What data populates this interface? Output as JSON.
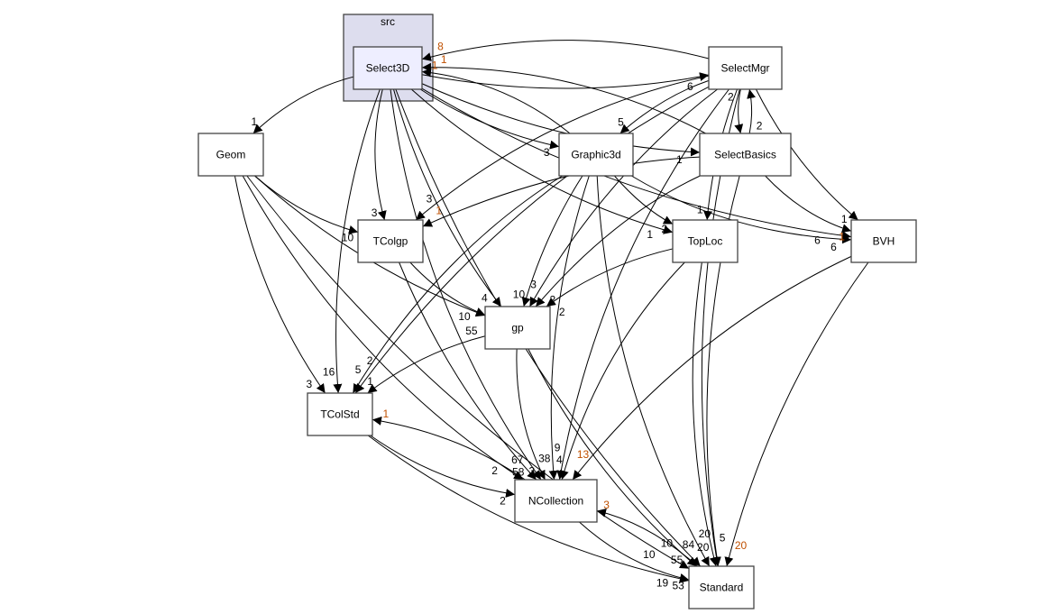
{
  "cluster": {
    "label": "src"
  },
  "nodes": [
    {
      "id": "Select3D",
      "label": "Select3D",
      "focus": true
    },
    {
      "id": "SelectMgr",
      "label": "SelectMgr"
    },
    {
      "id": "Geom",
      "label": "Geom"
    },
    {
      "id": "Graphic3d",
      "label": "Graphic3d"
    },
    {
      "id": "SelectBasics",
      "label": "SelectBasics"
    },
    {
      "id": "TColgp",
      "label": "TColgp"
    },
    {
      "id": "TopLoc",
      "label": "TopLoc"
    },
    {
      "id": "BVH",
      "label": "BVH"
    },
    {
      "id": "gp",
      "label": "gp"
    },
    {
      "id": "TColStd",
      "label": "TColStd"
    },
    {
      "id": "NCollection",
      "label": "NCollection"
    },
    {
      "id": "Standard",
      "label": "Standard"
    }
  ],
  "edges": [
    {
      "from": "Select3D",
      "to": "SelectMgr",
      "label": "6"
    },
    {
      "from": "SelectMgr",
      "to": "Select3D",
      "label": "8",
      "back": true
    },
    {
      "from": "Select3D",
      "to": "Geom",
      "label": "1"
    },
    {
      "from": "Select3D",
      "to": "Graphic3d",
      "label": "3"
    },
    {
      "from": "Graphic3d",
      "to": "Select3D",
      "label": "1",
      "back": true
    },
    {
      "from": "Select3D",
      "to": "SelectBasics",
      "label": "1"
    },
    {
      "from": "SelectBasics",
      "to": "Select3D",
      "label": "1",
      "back": true
    },
    {
      "from": "Select3D",
      "to": "TColgp",
      "label": "3"
    },
    {
      "from": "Select3D",
      "to": "gp",
      "label": "4"
    },
    {
      "from": "Select3D",
      "to": "TopLoc",
      "label": "1"
    },
    {
      "from": "Select3D",
      "to": "BVH",
      "label": "6"
    },
    {
      "from": "Select3D",
      "to": "TColStd",
      "label": "16"
    },
    {
      "from": "Select3D",
      "to": "NCollection",
      "label": "67"
    },
    {
      "from": "Select3D",
      "to": "Standard",
      "label": "10"
    },
    {
      "from": "SelectMgr",
      "to": "SelectBasics",
      "label": "2"
    },
    {
      "from": "SelectBasics",
      "to": "SelectMgr",
      "label": "2"
    },
    {
      "from": "SelectMgr",
      "to": "Graphic3d",
      "label": "5"
    },
    {
      "from": "SelectMgr",
      "to": "TColgp",
      "label": "3"
    },
    {
      "from": "SelectMgr",
      "to": "gp",
      "label": "3"
    },
    {
      "from": "SelectMgr",
      "to": "TColStd",
      "label": "2"
    },
    {
      "from": "SelectMgr",
      "to": "TopLoc",
      "label": "1"
    },
    {
      "from": "SelectMgr",
      "to": "BVH",
      "label": "1"
    },
    {
      "from": "SelectMgr",
      "to": "NCollection",
      "label": "9"
    },
    {
      "from": "SelectMgr",
      "to": "Standard",
      "label": "20"
    },
    {
      "from": "Geom",
      "to": "TColgp",
      "label": "10"
    },
    {
      "from": "Geom",
      "to": "gp",
      "label": "10"
    },
    {
      "from": "Geom",
      "to": "TColStd",
      "label": "3"
    },
    {
      "from": "Geom",
      "to": "NCollection",
      "label": "2"
    },
    {
      "from": "Geom",
      "to": "Standard",
      "label": "10"
    },
    {
      "from": "Graphic3d",
      "to": "TColStd",
      "label": "5"
    },
    {
      "from": "Graphic3d",
      "to": "gp",
      "label": "10"
    },
    {
      "from": "Graphic3d",
      "to": "TopLoc",
      "label": "2"
    },
    {
      "from": "Graphic3d",
      "to": "BVH",
      "label": "6"
    },
    {
      "from": "Graphic3d",
      "to": "NCollection",
      "label": "38"
    },
    {
      "from": "Graphic3d",
      "to": "Standard",
      "label": "84"
    },
    {
      "from": "SelectBasics",
      "to": "TColgp",
      "label": "1",
      "back": true
    },
    {
      "from": "SelectBasics",
      "to": "gp",
      "label": "2"
    },
    {
      "from": "SelectBasics",
      "to": "BVH",
      "label": "1",
      "back": true
    },
    {
      "from": "SelectBasics",
      "to": "Standard",
      "label": "5"
    },
    {
      "from": "TColgp",
      "to": "gp",
      "label": "55"
    },
    {
      "from": "TColgp",
      "to": "NCollection",
      "label": "58"
    },
    {
      "from": "TopLoc",
      "to": "gp",
      "label": "2"
    },
    {
      "from": "TopLoc",
      "to": "NCollection",
      "label": "4"
    },
    {
      "from": "TopLoc",
      "to": "Standard",
      "label": "20"
    },
    {
      "from": "BVH",
      "to": "NCollection",
      "label": "13",
      "back": true
    },
    {
      "from": "BVH",
      "to": "Standard",
      "label": "20",
      "back": true
    },
    {
      "from": "gp",
      "to": "TColStd",
      "label": "1"
    },
    {
      "from": "gp",
      "to": "NCollection",
      "label": "3"
    },
    {
      "from": "gp",
      "to": "Standard",
      "label": "55"
    },
    {
      "from": "TColStd",
      "to": "NCollection",
      "label": "2"
    },
    {
      "from": "NCollection",
      "to": "TColStd",
      "label": "1",
      "back": true
    },
    {
      "from": "TColStd",
      "to": "Standard",
      "label": "19"
    },
    {
      "from": "NCollection",
      "to": "Standard",
      "label": "53"
    },
    {
      "from": "Standard",
      "to": "NCollection",
      "label": "3",
      "back": true
    }
  ]
}
